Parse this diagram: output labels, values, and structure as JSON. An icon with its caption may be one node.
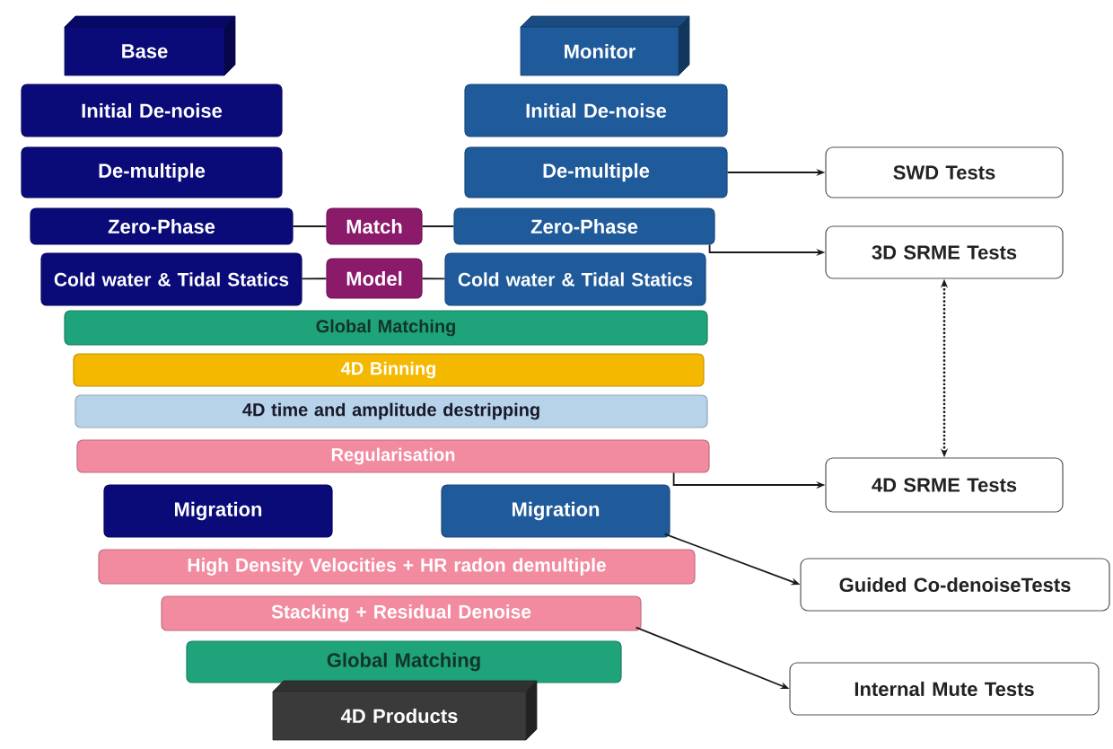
{
  "diagram": {
    "nodes": [
      {
        "text": [
          "Base"
        ]
      },
      {
        "text": [
          "Monitor"
        ]
      },
      {
        "text": [
          "Initial De-noise"
        ]
      },
      {
        "text": [
          "Initial De-noise"
        ]
      },
      {
        "text": [
          "De-multiple"
        ]
      },
      {
        "text": [
          "De-multiple"
        ]
      },
      {
        "text": [
          "SWD Tests"
        ]
      },
      {
        "text": [
          "Zero-Phase"
        ]
      },
      {
        "text": [
          "Match"
        ]
      },
      {
        "text": [
          "Zero-Phase"
        ]
      },
      {
        "text": [
          "3D SRME Tests"
        ]
      },
      {
        "text": [
          "Cold water & Tidal Statics"
        ]
      },
      {
        "text": [
          "Model"
        ]
      },
      {
        "text": [
          "Cold water & Tidal Statics"
        ]
      },
      {
        "text": [
          "Global Matching"
        ]
      },
      {
        "text": [
          "4D Binning"
        ]
      },
      {
        "text": [
          "4D time and amplitude destripping"
        ]
      },
      {
        "text": [
          "Regularisation"
        ]
      },
      {
        "text": [
          "4D SRME Tests"
        ]
      },
      {
        "text": [
          "Migration"
        ]
      },
      {
        "text": [
          "Migration"
        ]
      },
      {
        "text": [
          "High Density Velocities + HR radon demultiple"
        ]
      },
      {
        "text": [
          "Guided Co-denoiseTests"
        ]
      },
      {
        "text": [
          "Stacking + Residual Denoise"
        ]
      },
      {
        "text": [
          "Global Matching"
        ]
      },
      {
        "text": [
          "Internal Mute Tests"
        ]
      },
      {
        "text": [
          "4D Products"
        ]
      }
    ],
    "edges": [
      {
        "from": 7,
        "to": 8,
        "arrow": "none"
      },
      {
        "from": 8,
        "to": 9,
        "arrow": "none"
      },
      {
        "from": 11,
        "to": 12,
        "arrow": "none"
      },
      {
        "from": 12,
        "to": 13,
        "arrow": "none"
      },
      {
        "from": 5,
        "to": 6,
        "arrow": "to"
      },
      {
        "from": 9,
        "to": 10,
        "arrow": "to"
      },
      {
        "from": 10,
        "to": 18,
        "arrow": "both",
        "style": "dashed"
      },
      {
        "from": 17,
        "to": 18,
        "arrow": "to"
      },
      {
        "from": 20,
        "to": 22,
        "arrow": "to"
      },
      {
        "from": 23,
        "to": 25,
        "arrow": "to"
      }
    ]
  }
}
